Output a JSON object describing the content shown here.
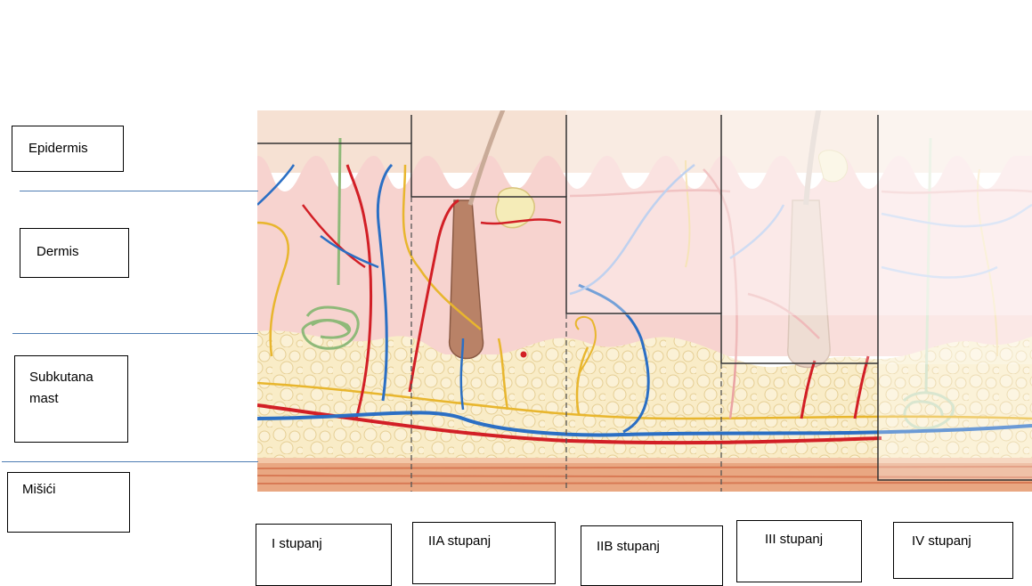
{
  "layer_labels": {
    "epidermis": "Epidermis",
    "dermis": "Dermis",
    "subcutaneous": "Subkutana\nmast",
    "muscle": "Mišići"
  },
  "stage_labels": {
    "s1": "I stupanj",
    "s2a": "IIA stupanj",
    "s2b": "IIB stupanj",
    "s3": "III stupanj",
    "s4": "IV stupanj"
  },
  "colors": {
    "epidermis": "#f6e1d3",
    "dermis": "#f7d3cf",
    "subcutaneous_fat": "#f9ecc7",
    "muscle": "#e9a782",
    "artery": "#d21f26",
    "vein": "#2b6fc4",
    "nerve": "#e8b62e",
    "gland": "#9cc48a",
    "separator_line": "#4f7db3"
  }
}
